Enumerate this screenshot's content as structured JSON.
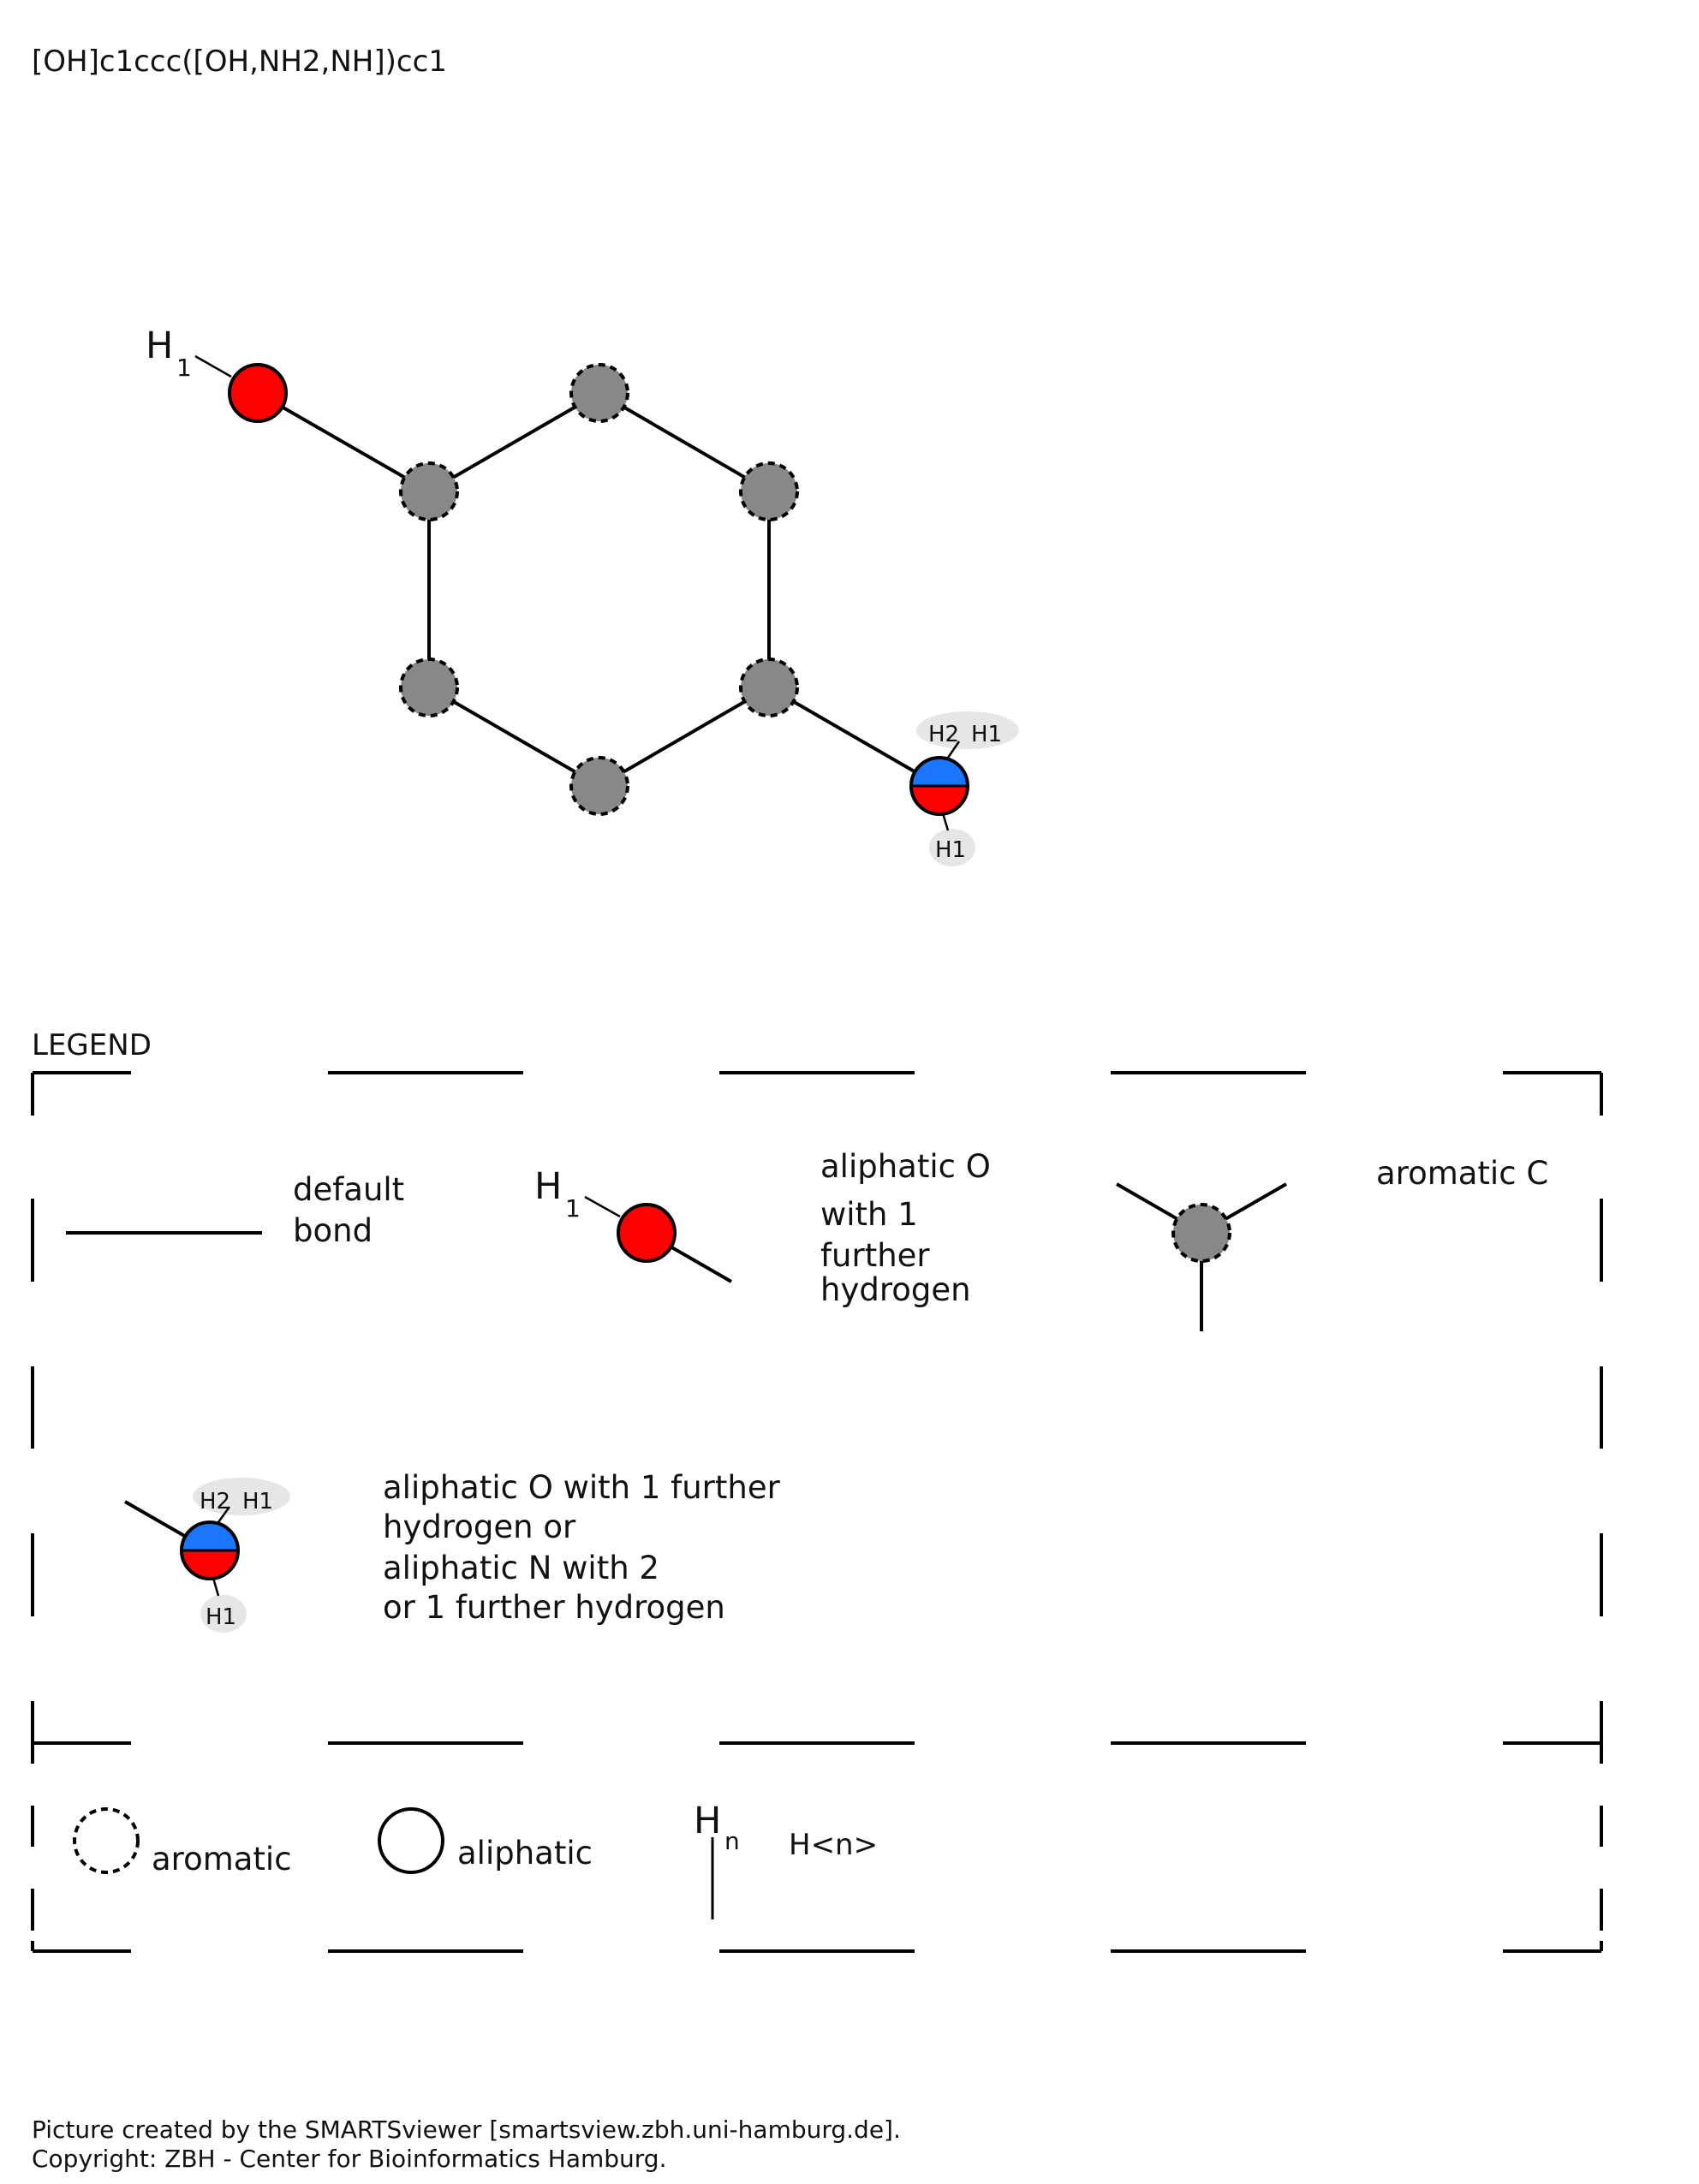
{
  "smarts": "[OH]c1ccc([OH,NH2,NH])cc1",
  "molecule": {
    "h_label": "H",
    "h_count": "1",
    "alt_h_labels": [
      "H2",
      "H1"
    ],
    "alt_h_bottom": "H1"
  },
  "legend": {
    "title": "LEGEND",
    "default_bond_lines": [
      "default",
      "bond"
    ],
    "aliphatic_o_lines": [
      "aliphatic O",
      "with 1",
      "further",
      "hydrogen"
    ],
    "aromatic_c_label": "aromatic C",
    "alt_lines": [
      "aliphatic O with 1 further",
      "hydrogen or",
      "aliphatic N with 2",
      "or 1 further hydrogen"
    ],
    "aromatic_label": "aromatic",
    "aliphatic_label": "aliphatic",
    "hn_symbol": "H",
    "hn_sub": "n",
    "hn_label": "H<n>"
  },
  "footer": {
    "line1": "Picture created by the SMARTSviewer [smartsview.zbh.uni-hamburg.de].",
    "line2": "Copyright: ZBH - Center for Bioinformatics Hamburg."
  },
  "colors": {
    "oxygen": "#ff0000",
    "nitrogen": "#1a75ff",
    "carbon": "#888888",
    "hydrogen_badge": "#e6e6e6"
  }
}
